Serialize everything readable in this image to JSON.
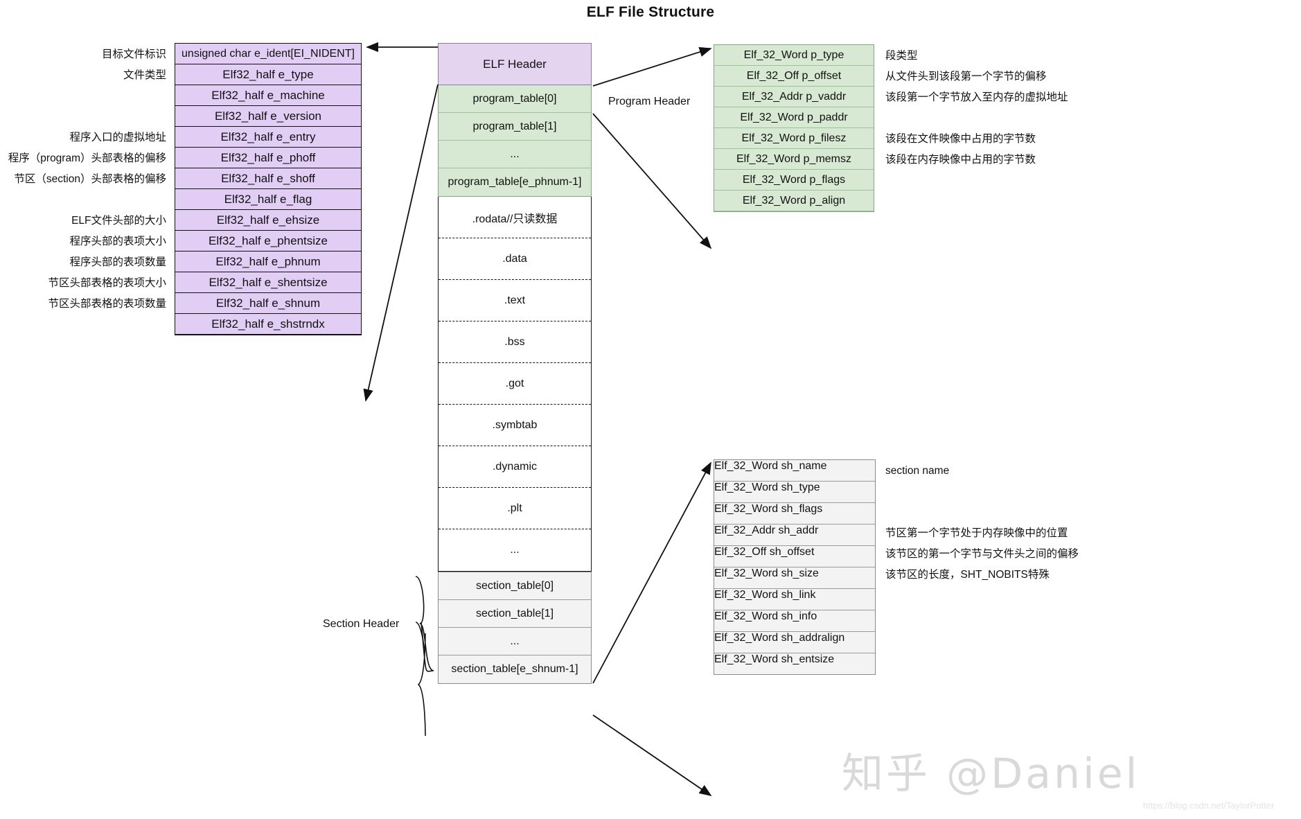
{
  "title": "ELF File Structure",
  "elf_header_table": {
    "name": "ELF Header fields",
    "rows": [
      "unsigned char e_ident[EI_NIDENT]",
      "Elf32_half e_type",
      "Elf32_half e_machine",
      "Elf32_half e_version",
      "Elf32_half e_entry",
      "Elf32_half e_phoff",
      "Elf32_half e_shoff",
      "Elf32_half e_flag",
      "Elf32_half e_ehsize",
      "Elf32_half e_phentsize",
      "Elf32_half e_phnum",
      "Elf32_half e_shentsize",
      "Elf32_half e_shnum",
      "Elf32_half e_shstrndx"
    ],
    "annotations": [
      "目标文件标识",
      "文件类型",
      "",
      "",
      "程序入口的虚拟地址",
      "程序（program）头部表格的偏移",
      "节区（section）头部表格的偏移",
      "",
      "ELF文件头部的大小",
      "程序头部的表项大小",
      "程序头部的表项数量",
      "节区头部表格的表项大小",
      "节区头部表格的表项数量",
      ""
    ]
  },
  "file_column": {
    "elf_header_cell": "ELF Header",
    "program_tables": [
      "program_table[0]",
      "program_table[1]",
      "...",
      "program_table[e_phnum-1]"
    ],
    "sections": [
      ".rodata//只读数据",
      ".data",
      ".text",
      ".bss",
      ".got",
      ".symbtab",
      ".dynamic",
      ".plt",
      "..."
    ],
    "section_tables": [
      "section_table[0]",
      "section_table[1]",
      "...",
      "section_table[e_shnum-1]"
    ]
  },
  "labels": {
    "program_header": "Program Header",
    "section_header": "Section Header"
  },
  "program_header_table": {
    "name": "Program Header entry fields",
    "rows": [
      "Elf_32_Word p_type",
      "Elf_32_Off p_offset",
      "Elf_32_Addr p_vaddr",
      "Elf_32_Word p_paddr",
      "Elf_32_Word p_filesz",
      "Elf_32_Word p_memsz",
      "Elf_32_Word p_flags",
      "Elf_32_Word p_align"
    ],
    "annotations": [
      "段类型",
      "从文件头到该段第一个字节的偏移",
      "该段第一个字节放入至内存的虚拟地址",
      "",
      "该段在文件映像中占用的字节数",
      "该段在内存映像中占用的字节数",
      "",
      ""
    ]
  },
  "section_header_table": {
    "name": "Section Header entry fields",
    "rows": [
      "Elf_32_Word sh_name",
      "Elf_32_Word sh_type",
      "Elf_32_Word sh_flags",
      "Elf_32_Addr sh_addr",
      "Elf_32_Off sh_offset",
      "Elf_32_Word sh_size",
      "Elf_32_Word sh_link",
      "Elf_32_Word sh_info",
      "Elf_32_Word sh_addralign",
      "Elf_32_Word sh_entsize"
    ],
    "annotations": [
      "section name",
      "",
      "",
      "节区第一个字节处于内存映像中的位置",
      "该节区的第一个字节与文件头之间的偏移",
      "该节区的长度，SHT_NOBITS特殊",
      "",
      "",
      "",
      ""
    ]
  },
  "watermark": {
    "text": "知乎 @Daniel",
    "url": "https://blog.csdn.net/TaylorPotter"
  },
  "colors": {
    "elf_header_fill": "#e2cdf5",
    "elf_header_cell_fill": "#e5d4ef",
    "program_fill": "#d8e9d3",
    "section_fill": "#f3f3f3",
    "stroke": "#111111"
  }
}
